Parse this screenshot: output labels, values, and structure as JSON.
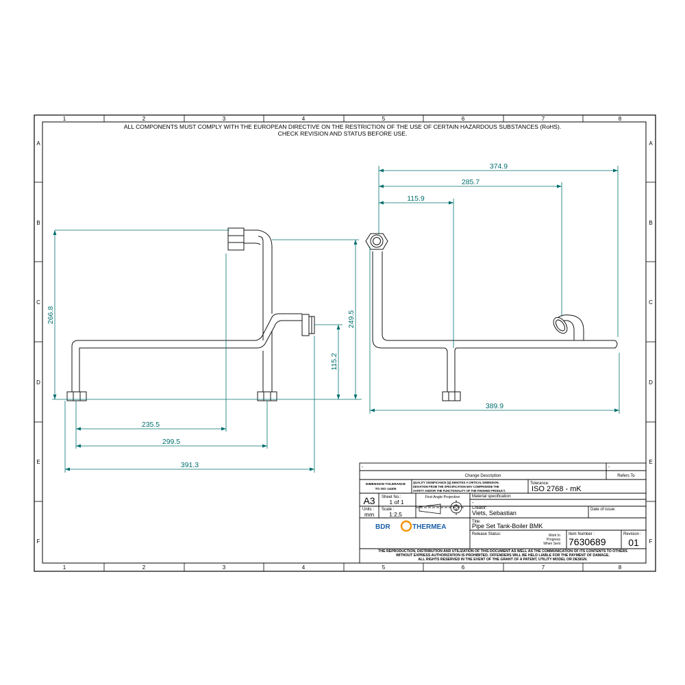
{
  "notes": {
    "line1": "ALL COMPONENTS MUST COMPLY WITH THE EUROPEAN DIRECTIVE ON THE RESTRICTION OF THE USE OF CERTAIN HAZARDOUS SUBSTANCES (RoHS).",
    "line2": "CHECK REVISION AND STATUS BEFORE USE."
  },
  "grid": {
    "columns": [
      "1",
      "2",
      "3",
      "4",
      "5",
      "6",
      "7",
      "8"
    ],
    "rows": [
      "A",
      "B",
      "C",
      "D",
      "E",
      "F"
    ]
  },
  "dimensions": {
    "left_view": {
      "height_total": "266.8",
      "height_inlet": "249.5",
      "height_outlet": "115.2",
      "len_a": "235.5",
      "len_b": "299.5",
      "len_c": "391.3"
    },
    "right_view": {
      "top_1": "374.9",
      "top_2": "285.7",
      "top_3": "115.9",
      "bottom": "389.9"
    }
  },
  "title_block": {
    "dash_1": "-",
    "dash_2": "-",
    "change_description": "Change Description",
    "refers_to": "Refers To",
    "dimension_tolerance": "DIMENSION TOLERANCE",
    "tolerance_std": "TO ISO 14405",
    "quality_note_1": "QUALITY SIGNIFICANCE (Q) DENOTES A CRITICAL DIMENSION.",
    "quality_note_2": "DEVIATION FROM THE SPECIFICATION MAY COMPROMISE THE",
    "quality_note_3": "SAFETY AND/OR THE FUNCTIONALITY OF THE FINISHED PRODUCT.",
    "tolerance_label": "Tolerance:",
    "tolerance_value": "ISO 2768 - mK",
    "format": "A3",
    "sheet_label": "Sheet No.:",
    "sheet_value": "1 of 1",
    "projection_label": "First Angle Projection",
    "material_label": "Material specification:",
    "material_value": "-",
    "units_label": "Units :",
    "units_value": "mm",
    "scale_label": "Scale :",
    "scale_value": "1:2,5",
    "creator_label": "Creator:",
    "creator_value": "Viets, Sebastian",
    "date_label": "Date of issue:",
    "title_label": "Title:",
    "title_value": "Pipe Set Tank-Boiler BMK",
    "release_label": "Release Status:",
    "release_status_1": "Work In",
    "release_status_2": "Progress",
    "release_status_3": "When Sent",
    "item_label": "Item  Number :",
    "item_value": "7630689",
    "revision_label": "Revision :",
    "revision_value": "01",
    "logo_left": "BDR",
    "logo_right": "THERMEA",
    "legal_1": "THE REPRODUCTION, DISTRIBUTION AND UTILIZATION OF THIS DOCUMENT AS WELL AS THE COMMUNICATION OF ITS CONTENTS TO OTHERS",
    "legal_2": "WITHOUT EXPRESS AUTHORIZATION IS PROHIBITED. OFFENDERS WILL BE HELD LIABLE FOR THE PAYMENT OF DAMAGE.",
    "legal_3": "ALL RIGHTS RESERVED IN THE EVENT OF THE GRANT OF A PATENT, UTILITY MODEL OR DESIGN."
  },
  "colors": {
    "frame": "#000000",
    "dimension": "#006e6e",
    "part": "#111111",
    "logo_orange": "#f29100",
    "logo_blue": "#1b5fa8"
  }
}
